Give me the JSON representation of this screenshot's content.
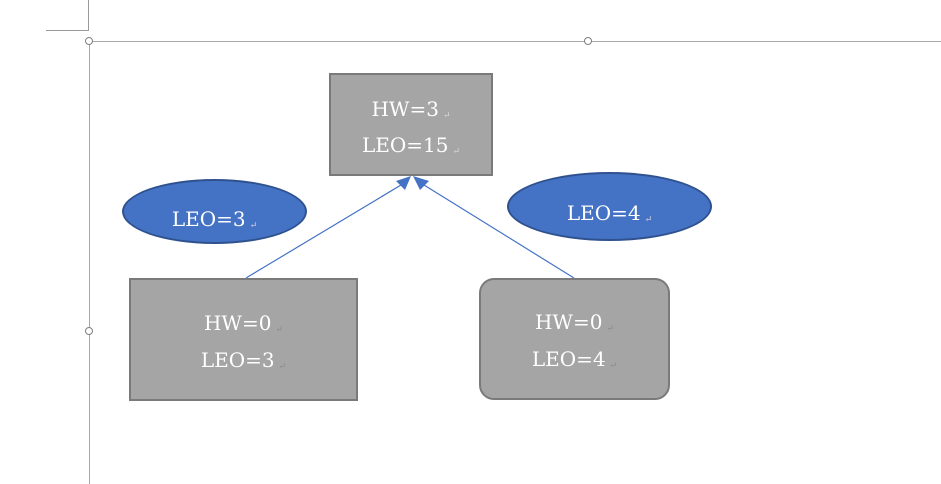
{
  "paragraph_mark": "↵",
  "nodes": {
    "top": {
      "hw": "HW=3",
      "leo": "LEO=15"
    },
    "left": {
      "hw": "HW=0",
      "leo": "LEO=3"
    },
    "right": {
      "hw": "HW=0",
      "leo": "LEO=4"
    }
  },
  "labels": {
    "left": "LEO=3",
    "right": "LEO=4"
  },
  "colors": {
    "node_fill": "#a5a5a5",
    "node_border": "#7a7a7a",
    "label_fill": "#4472c4",
    "label_border": "#2f528f",
    "arrow": "#4472c4"
  }
}
